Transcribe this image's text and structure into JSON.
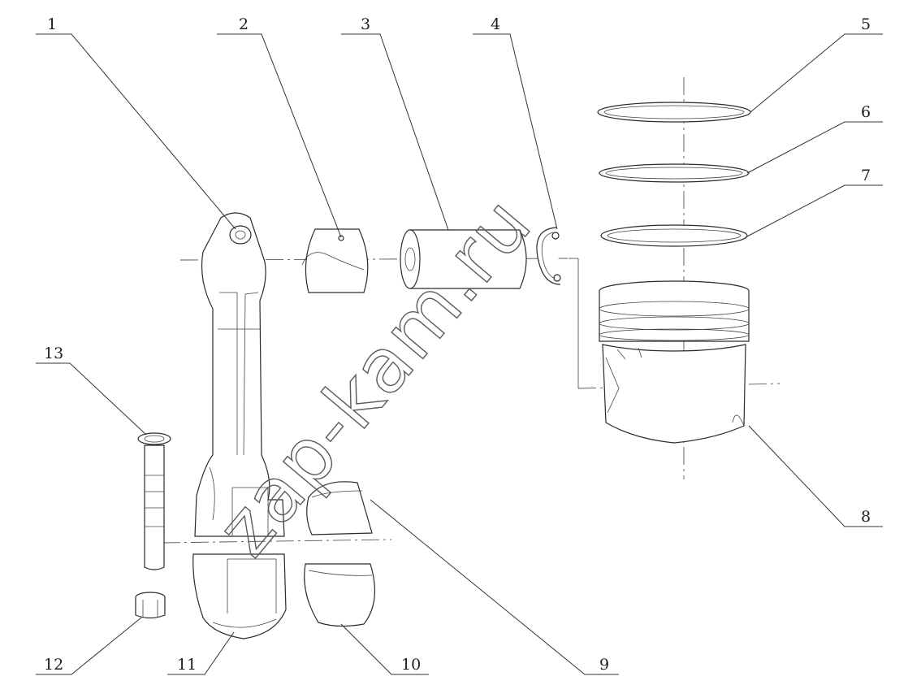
{
  "callouts": [
    {
      "id": "1",
      "label": "1"
    },
    {
      "id": "2",
      "label": "2"
    },
    {
      "id": "3",
      "label": "3"
    },
    {
      "id": "4",
      "label": "4"
    },
    {
      "id": "5",
      "label": "5"
    },
    {
      "id": "6",
      "label": "6"
    },
    {
      "id": "7",
      "label": "7"
    },
    {
      "id": "8",
      "label": "8"
    },
    {
      "id": "9",
      "label": "9"
    },
    {
      "id": "10",
      "label": "10"
    },
    {
      "id": "11",
      "label": "11"
    },
    {
      "id": "12",
      "label": "12"
    },
    {
      "id": "13",
      "label": "13"
    }
  ],
  "watermark": "zap-kam.ru"
}
